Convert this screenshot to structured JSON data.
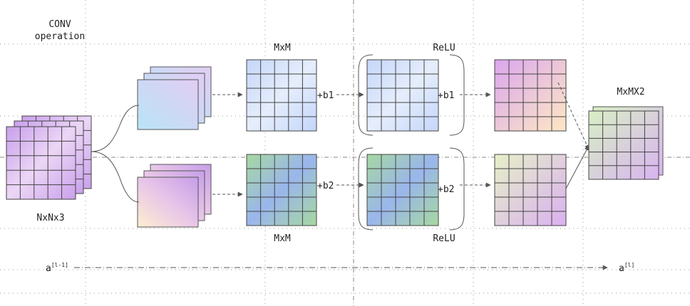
{
  "labels": {
    "conv_line1": "CONV",
    "conv_line2": "operation",
    "input_label": "NxNx3",
    "mxm_top": "MxM",
    "mxm_bottom": "MxM",
    "relu_top": "ReLU",
    "relu_bottom": "ReLU",
    "bias_1a": "+b1",
    "bias_1b": "+b1",
    "bias_2a": "+b2",
    "bias_2b": "+b2",
    "output_label": "MxMX2",
    "a_prev_base": "a",
    "a_prev_sup": "[l-1]",
    "a_next_base": "a",
    "a_next_sup": "[l]"
  },
  "colors": {
    "grid_line": "#444444",
    "dotted_guides": "#9a9a9a",
    "arrow": "#555555",
    "lilac": "#d4a6f0",
    "light_blue": "#c7dcf9",
    "teal_green": "#a6d3a8",
    "peach": "#fce6c4",
    "mint": "#e3f0cc"
  }
}
